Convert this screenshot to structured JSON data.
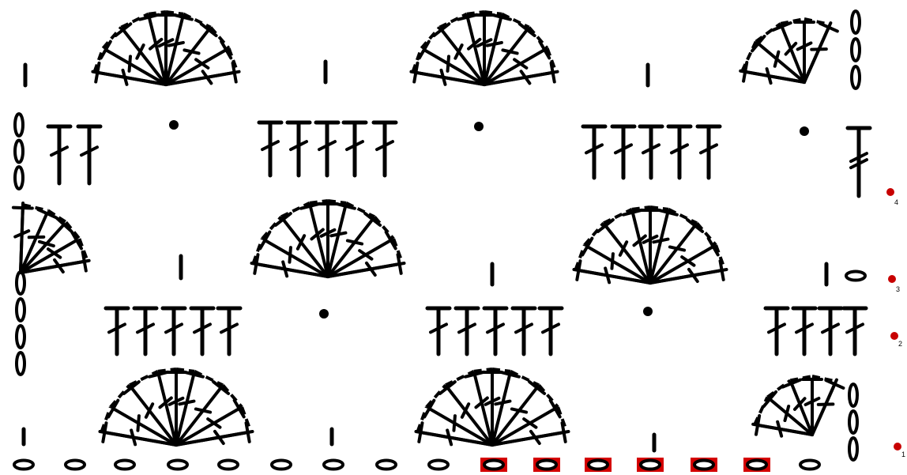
{
  "diagram": {
    "kind": "crochet-stitch-chart",
    "colors": {
      "ink": "#000000",
      "highlight": "#d40000",
      "background": "#ffffff"
    },
    "row_markers": [
      "1",
      "2",
      "3",
      "4"
    ],
    "foundation": {
      "total_chains": 16,
      "highlighted_repeat_chains": 6
    },
    "symbols": [
      "chain-oval",
      "slip-stitch-dot",
      "single-crochet-tick",
      "treble-crochet",
      "double-crochet",
      "shell-fan",
      "turning-chain"
    ]
  }
}
